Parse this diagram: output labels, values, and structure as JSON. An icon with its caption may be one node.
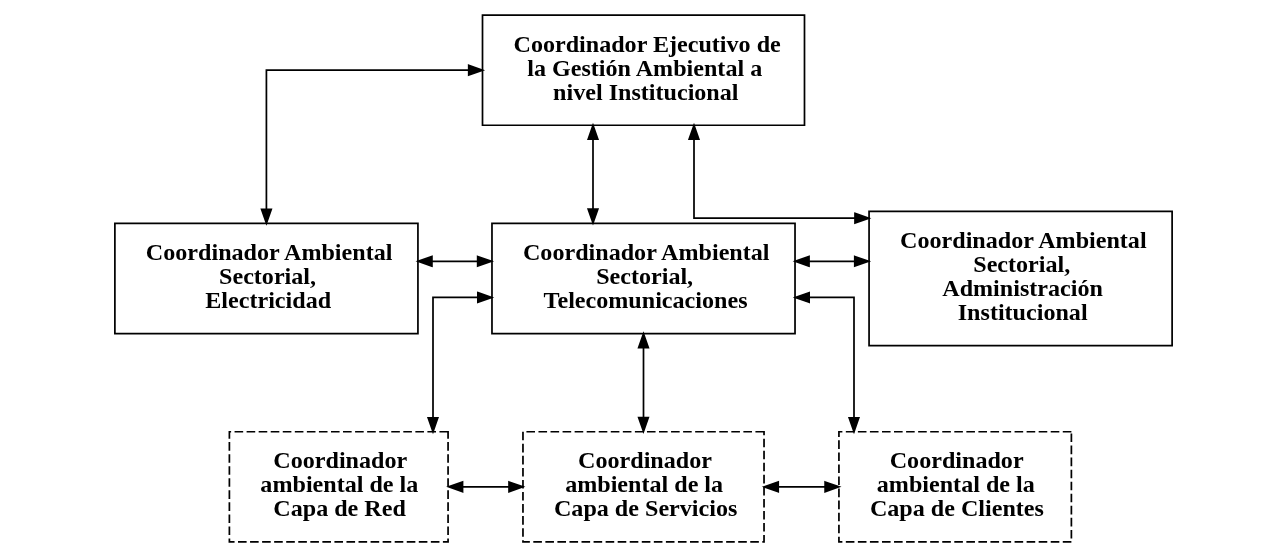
{
  "diagram": {
    "nodes": [
      {
        "text": [
          "Coordinador Ejecutivo de la Gestión Ambiental a nivel Institucional"
        ]
      },
      {
        "text": [
          "Coordinador Ambiental Sectorial, Electricidad"
        ]
      },
      {
        "text": [
          "Coordinador Ambiental Sectorial, Telecomunicaciones"
        ]
      },
      {
        "text": [
          "Coordinador Ambiental Sectorial, Administración Institucional"
        ]
      },
      {
        "text": [
          "Coordinador ambiental de la Capa de Red"
        ]
      },
      {
        "text": [
          "Coordinador ambiental de la Capa de Servicios"
        ]
      },
      {
        "text": [
          "Coordinador ambiental de la Capa de Clientes"
        ]
      }
    ],
    "edges": [
      {
        "from": 0,
        "to": 1,
        "arrow": "both"
      },
      {
        "from": 0,
        "to": 2,
        "arrow": "both"
      },
      {
        "from": 0,
        "to": 3,
        "arrow": "both"
      },
      {
        "from": 1,
        "to": 2,
        "arrow": "both"
      },
      {
        "from": 2,
        "to": 3,
        "arrow": "both"
      },
      {
        "from": 2,
        "to": 4,
        "arrow": "both"
      },
      {
        "from": 2,
        "to": 5,
        "arrow": "both"
      },
      {
        "from": 2,
        "to": 6,
        "arrow": "both"
      },
      {
        "from": 4,
        "to": 5,
        "arrow": "both"
      },
      {
        "from": 5,
        "to": 6,
        "arrow": "both"
      }
    ]
  }
}
